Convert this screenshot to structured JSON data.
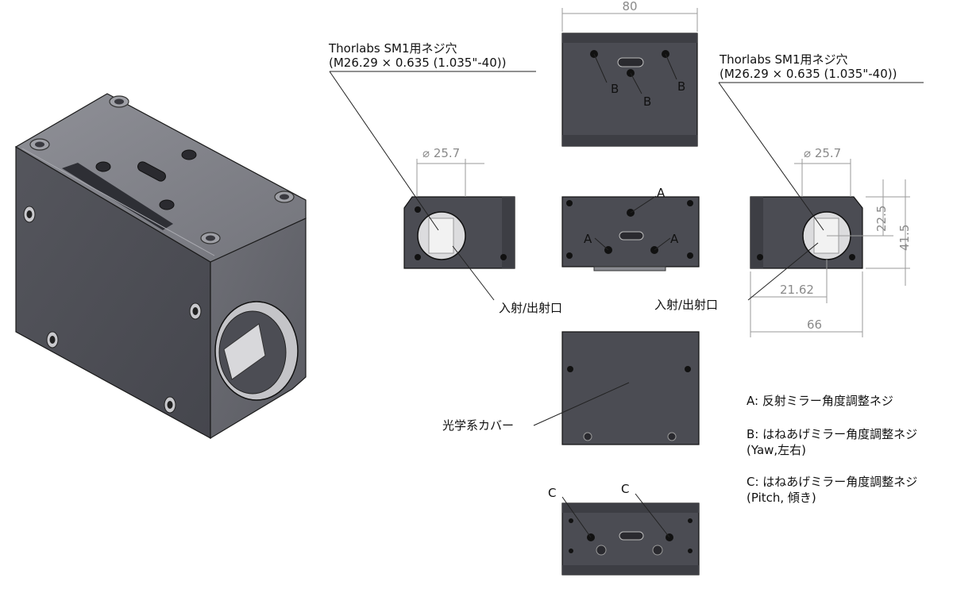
{
  "callouts": {
    "port_left_line1": "Thorlabs SM1用ネジ穴",
    "port_left_line2": "(M26.29 × 0.635 (1.035\"-40))",
    "port_right_line1": "Thorlabs SM1用ネジ穴",
    "port_right_line2": "(M26.29 × 0.635 (1.035\"-40))",
    "aperture_left": "入射/出射口",
    "aperture_right": "入射/出射口",
    "optics_cover": "光学系カバー"
  },
  "dimensions": {
    "top_width": "80",
    "dia_left": "25.7",
    "dia_right": "25.7",
    "center_height": "22.5",
    "total_height": "41.5",
    "center_offset": "21.62",
    "total_width": "66"
  },
  "markers": {
    "b": "B",
    "a": "A",
    "c": "C"
  },
  "legend": {
    "a_line": "A: 反射ミラー角度調整ネジ",
    "b_line1": "B: はねあげミラー角度調整ネジ",
    "b_line2": "(Yaw,左右)",
    "c_line1": "C: はねあげミラー角度調整ネジ",
    "c_line2": "(Pitch, 傾き)"
  },
  "colors": {
    "body_dark": "#4a4b52",
    "body_mid": "#6b6c73",
    "body_light": "#8c8d94",
    "hole": "#1e1e22",
    "window": "#e6e6e6"
  }
}
